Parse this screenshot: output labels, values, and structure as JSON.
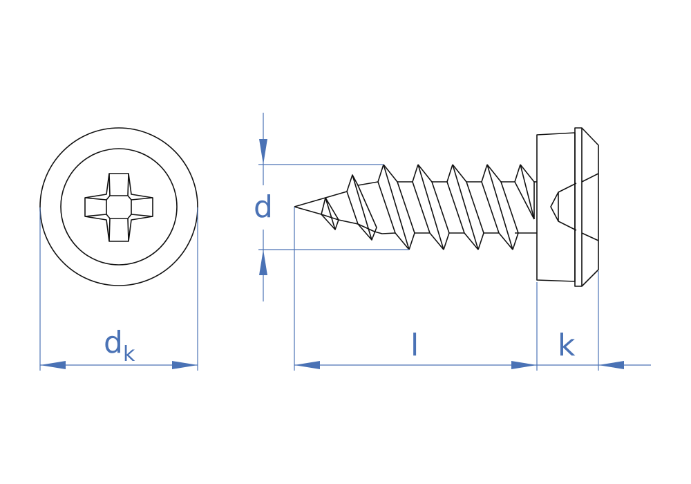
{
  "labels": {
    "head_diameter": "d",
    "head_diameter_sub": "k",
    "thread_diameter": "d",
    "length": "l",
    "head_height": "k"
  },
  "colors": {
    "dimension": "#4a72b5",
    "outline": "#111111"
  }
}
